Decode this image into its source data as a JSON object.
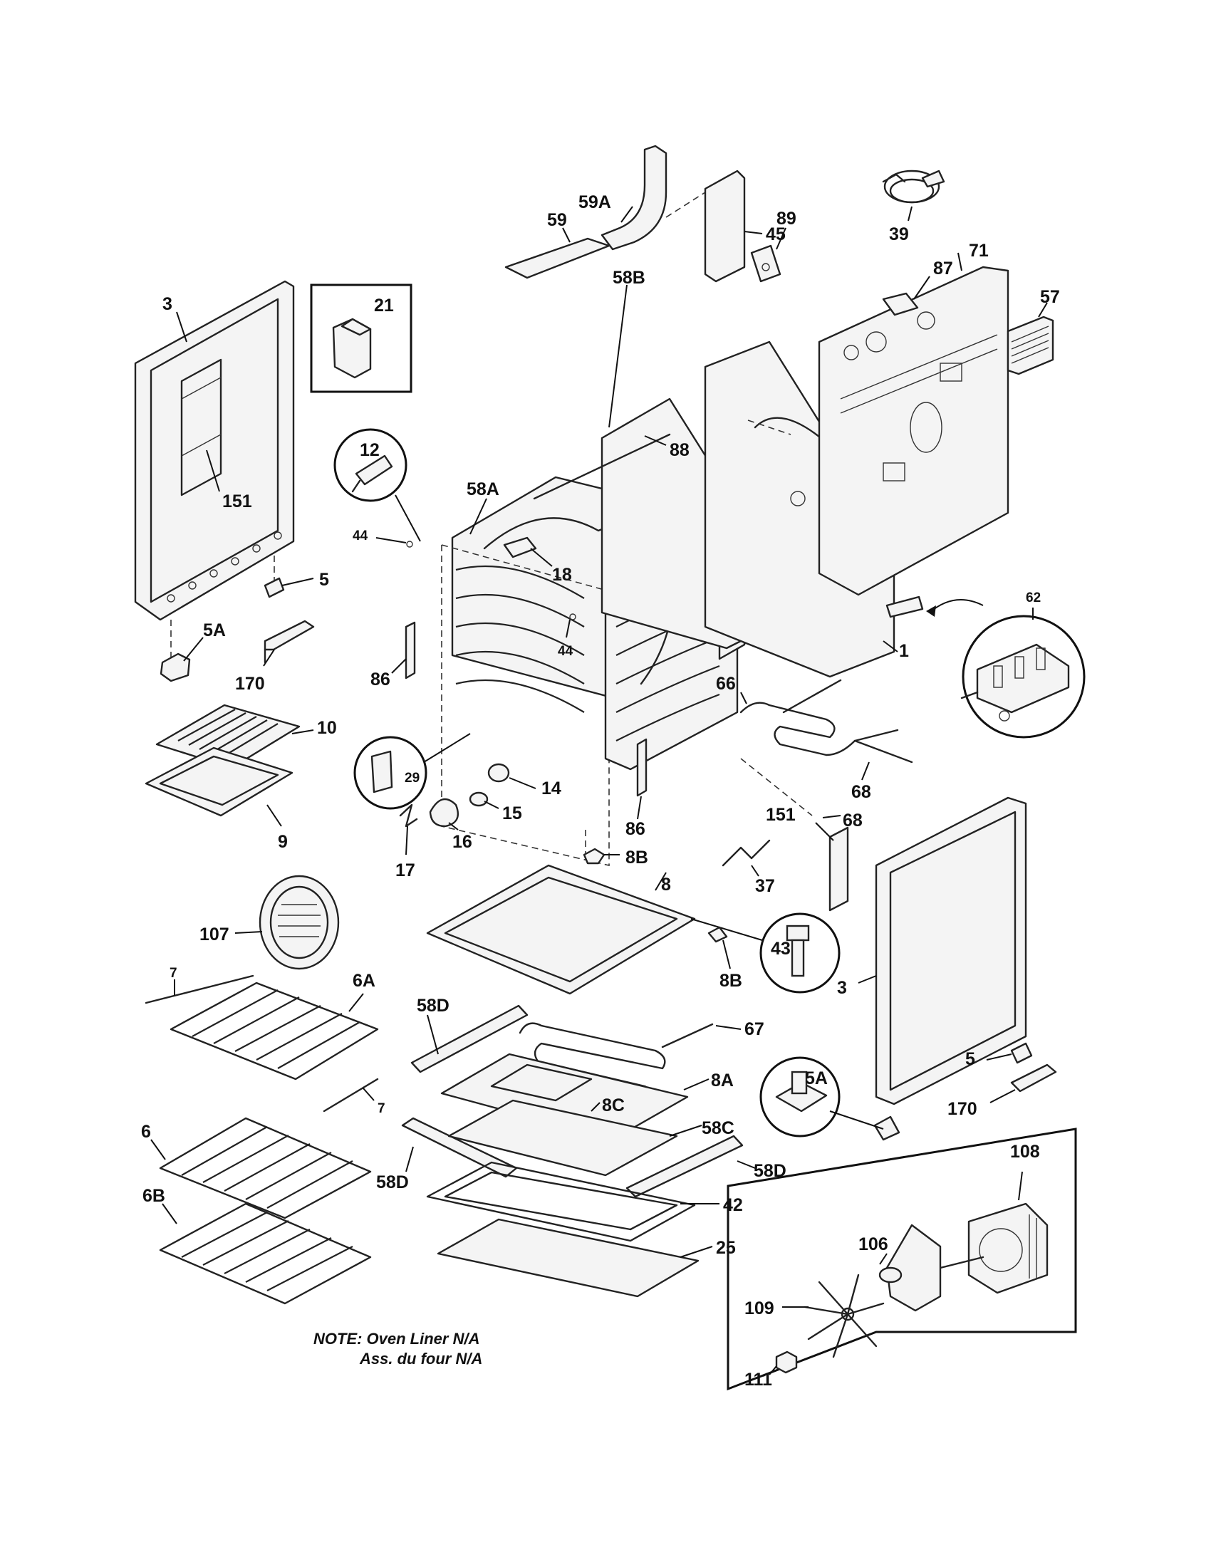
{
  "labels": {
    "l3a": "3",
    "l21": "21",
    "l151a": "151",
    "l5a": "5",
    "l5A_a": "5A",
    "l170a": "170",
    "l12": "12",
    "l44a": "44",
    "l58A": "58A",
    "l18": "18",
    "l44b": "44",
    "l86a": "86",
    "l10": "10",
    "l9": "9",
    "l29": "29",
    "l14": "14",
    "l15": "15",
    "l16": "16",
    "l17": "17",
    "l86b": "86",
    "l8B_a": "8B",
    "l8": "8",
    "l107": "107",
    "l7a": "7",
    "l6A": "6A",
    "l7b": "7",
    "l6": "6",
    "l6B": "6B",
    "l58D_a": "58D",
    "l58D_b": "58D",
    "l58D_c": "58D",
    "l8A": "8A",
    "l8C": "8C",
    "l58C": "58C",
    "l42": "42",
    "l25": "25",
    "l43": "43",
    "l8B_b": "8B",
    "l67": "67",
    "l59": "59",
    "l59A": "59A",
    "l45": "45",
    "l58B": "58B",
    "l88": "88",
    "l89": "89",
    "l87": "87",
    "l71": "71",
    "l57": "57",
    "l39": "39",
    "l62": "62",
    "l1": "1",
    "l66": "66",
    "l68a": "68",
    "l68b": "68",
    "l151b": "151",
    "l37": "37",
    "l3b": "3",
    "l5b": "5",
    "l5A_b": "5A",
    "l170b": "170",
    "l108": "108",
    "l106": "106",
    "l109": "109",
    "l111": "111"
  },
  "note": {
    "line1": "NOTE: Oven Liner N/A",
    "line2": "Ass. du four N/A"
  }
}
